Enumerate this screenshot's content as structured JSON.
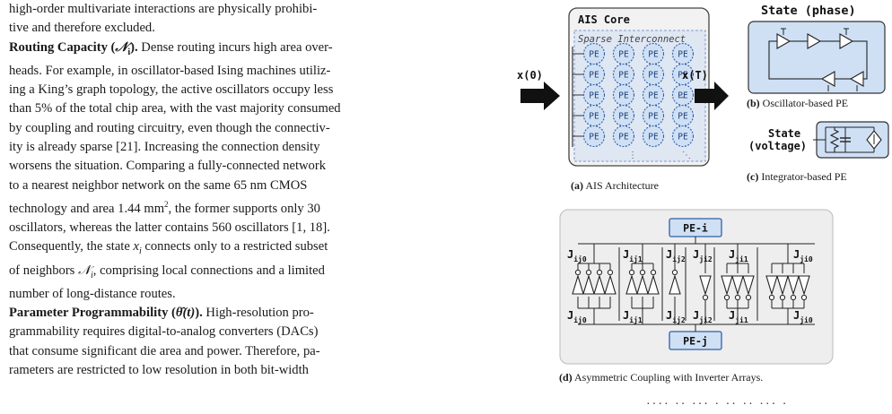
{
  "text": {
    "l0": "high-order multivariate interactions are physically prohibi-",
    "l1": "tive and therefore excluded.",
    "rc_head": "Routing Capacity (",
    "rc_sym": "𝒩",
    "rc_sub": "i",
    "rc_tail": ").",
    "l2_rest": " Dense routing incurs high area over-",
    "l3": "heads. For example, in oscillator-based Ising machines utiliz-",
    "l4": "ing a King’s graph topology, the active oscillators occupy less",
    "l5": "than 5% of the total chip area, with the vast majority consumed",
    "l6": "by coupling and routing circuitry, even though the connectiv-",
    "l7": "ity is already sparse [21]. Increasing the connection density",
    "l8": "worsens the situation. Comparing a fully-connected network",
    "l9": "to a nearest neighbor network on the same 65 nm CMOS",
    "l10a": "technology and area 1.44 mm",
    "l10sup": "2",
    "l10b": ", the former supports only 30",
    "l11": "oscillators, whereas the latter contains 560 oscillators [1, 18].",
    "l12a": "Consequently, the state ",
    "l12x": "x",
    "l12xi": "i",
    "l12b": " connects only to a restricted subset",
    "l13a": "of neighbors ",
    "l13N": "𝒩",
    "l13Ni": "i",
    "l13b": ", comprising local connections and a limited",
    "l14": "number of long-distance routes.",
    "pp_head": "Parameter Programmability (",
    "pp_sym": "θ̂(t)",
    "pp_tail": ").",
    "l15_rest": " High-resolution pro-",
    "l16": "grammability requires digital-to-analog converters (DACs)",
    "l17": "that consume significant die area and power. Therefore, pa-",
    "l18": "rameters are restricted to low resolution in both bit-width"
  },
  "figure": {
    "a": {
      "core_title": "AIS Core",
      "interconnect": "Sparse Interconnect",
      "input": "x(0)",
      "output": "x(T)",
      "pe": "PE",
      "cap_label": "(a)",
      "cap_text": " AIS Architecture"
    },
    "b": {
      "title": "State (phase)",
      "cap_label": "(b)",
      "cap_text": " Oscillator-based PE"
    },
    "c": {
      "state_l1": "State",
      "state_l2": "(voltage)",
      "cap_label": "(c)",
      "cap_text": " Integrator-based PE"
    },
    "d": {
      "pe_i": "PE-i",
      "pe_j": "PE-j",
      "J": "J",
      "top_subs": [
        "ij0",
        "ij1",
        "ij2",
        "ji2",
        "ji1",
        "ji0"
      ],
      "bot_subs": [
        "ij0",
        "ij1",
        "ij2",
        "ji2",
        "ji1",
        "ji0"
      ],
      "cap_label": "(d)",
      "cap_text": " Asymmetric Coupling with Inverter Arrays."
    },
    "bottom_fragment": "···· ·· ··· · ·· ·· ··· ·"
  },
  "colors": {
    "pe_fill": "#cfe0f5",
    "pe_stroke": "#2f5fa8",
    "panel_fill": "#dde6f2",
    "core_fill": "#f2f2f2"
  }
}
